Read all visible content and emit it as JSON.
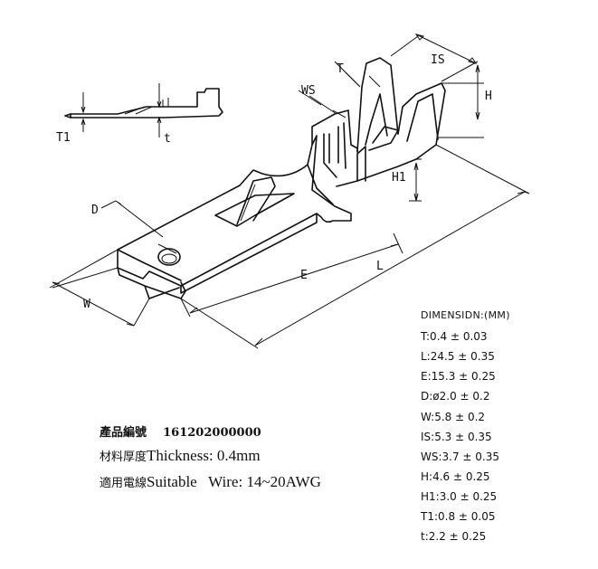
{
  "dimension_labels": {
    "T": "T",
    "WS": "WS",
    "IS": "IS",
    "H": "H",
    "H1": "H1",
    "D": "D",
    "E": "E",
    "L": "L",
    "W": "W",
    "T1": "T1",
    "t": "t"
  },
  "spec_title": "DIMENSIDN:(MM)",
  "specs": [
    "T:0.4 ± 0.03",
    "L:24.5 ± 0.35",
    "E:15.3 ± 0.25",
    "D:ø2.0 ± 0.2",
    "W:5.8 ± 0.2",
    "IS:5.3 ± 0.35",
    "WS:3.7 ± 0.35",
    "H:4.6 ± 0.25",
    "H1:3.0 ± 0.25",
    "T1:0.8 ± 0.05",
    "t:2.2 ± 0.25"
  ],
  "product": {
    "part_label": "產品編號",
    "part_number": "161202000000",
    "thickness_label": "材料厚度",
    "thickness_text": "Thickness: 0.4mm",
    "wire_label": "適用電線",
    "wire_text": "Suitable   Wire: 14~20AWG"
  }
}
